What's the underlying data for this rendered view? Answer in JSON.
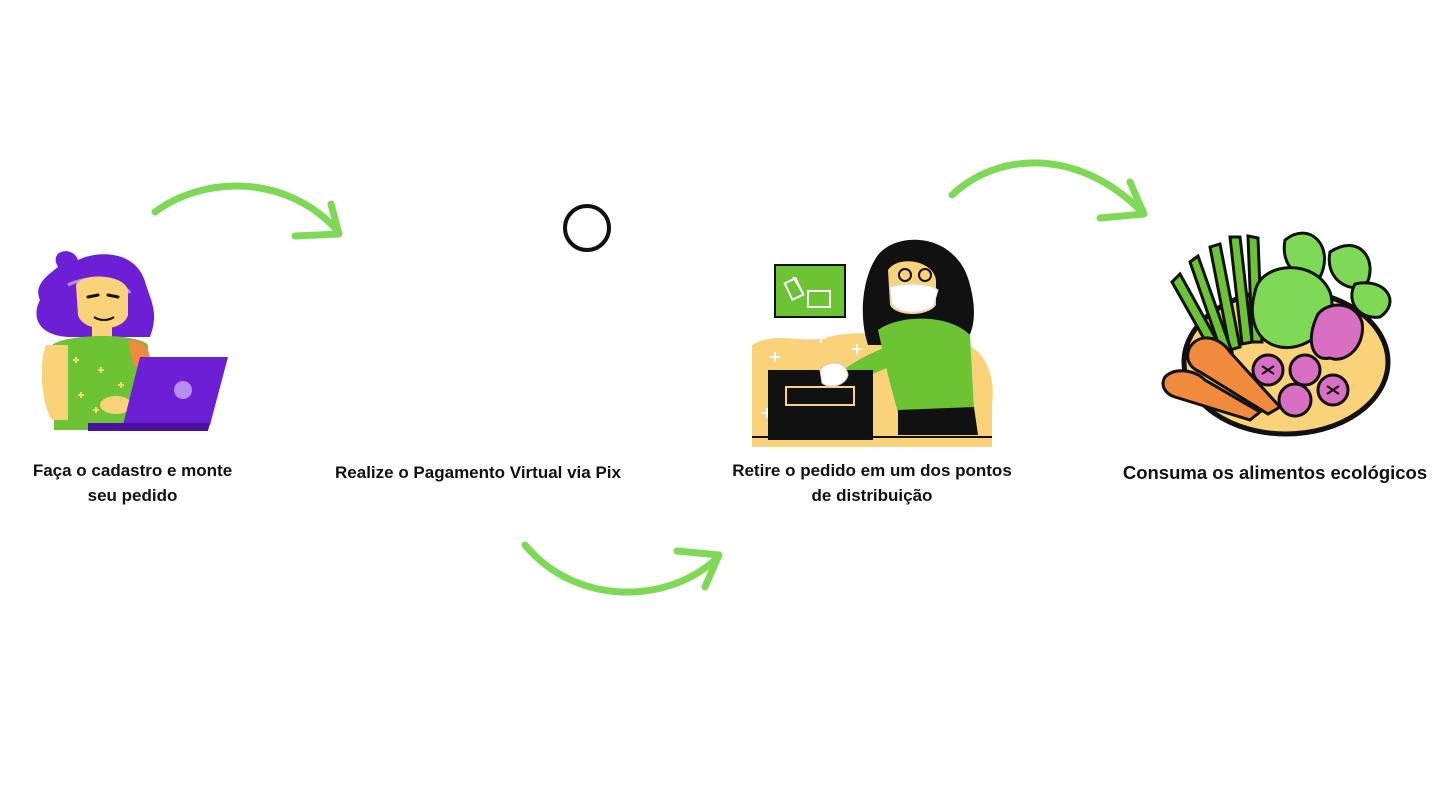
{
  "steps": [
    {
      "caption_line1": "Faça o cadastro e monte",
      "caption_line2": "seu pedido",
      "illustration": "woman-with-laptop"
    },
    {
      "caption_line1": "Realize o Pagamento Virtual via Pix",
      "illustration": "loading-spinner"
    },
    {
      "caption_line1": "Retire o pedido em um dos pontos",
      "caption_line2": "de distribuição",
      "illustration": "masked-woman-with-box"
    },
    {
      "caption_line1": "Consuma os alimentos ecológicos",
      "illustration": "vegetable-bowl"
    }
  ],
  "colors": {
    "arrow": "#7ed957",
    "purple": "#6d1fd6",
    "skin": "#f9d27a",
    "green": "#6cc334",
    "black": "#111111",
    "orange": "#f08a3c",
    "pink": "#d96fc2"
  }
}
